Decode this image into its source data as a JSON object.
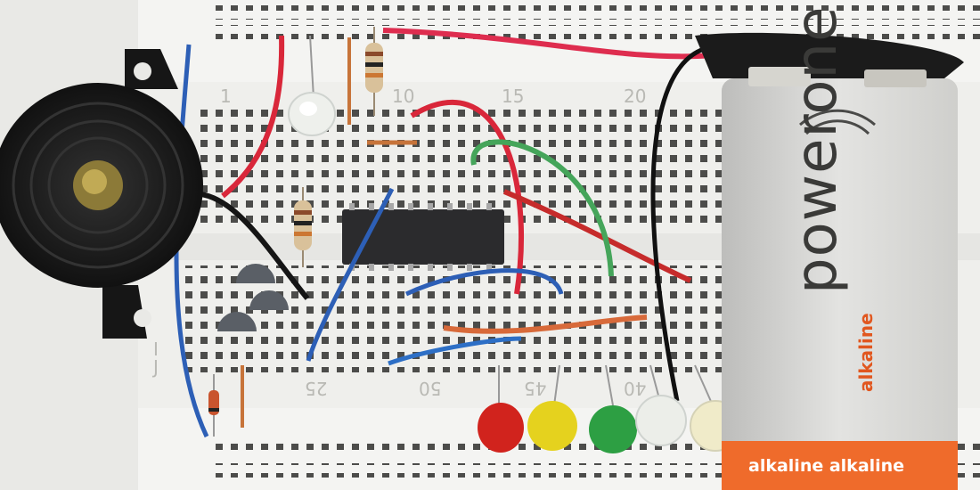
{
  "scene": {
    "description_hidden": "",
    "breadboard": {
      "column_labels": [
        "1",
        "10",
        "15",
        "20",
        "25",
        "50",
        "45",
        "40"
      ],
      "row_labels": [
        "I",
        "J"
      ]
    },
    "battery": {
      "brand": "powerone",
      "type_label": "alkaline",
      "band_text": "alkaline alkaline"
    }
  },
  "colors": {
    "board": "#efefec",
    "hole": "#4a4a48",
    "red_wire": "#d9273a",
    "blue_wire": "#2d5fb6",
    "green_wire": "#45a55a",
    "orange_wire": "#d86a3a",
    "battery_orange": "#ef6b2b"
  }
}
